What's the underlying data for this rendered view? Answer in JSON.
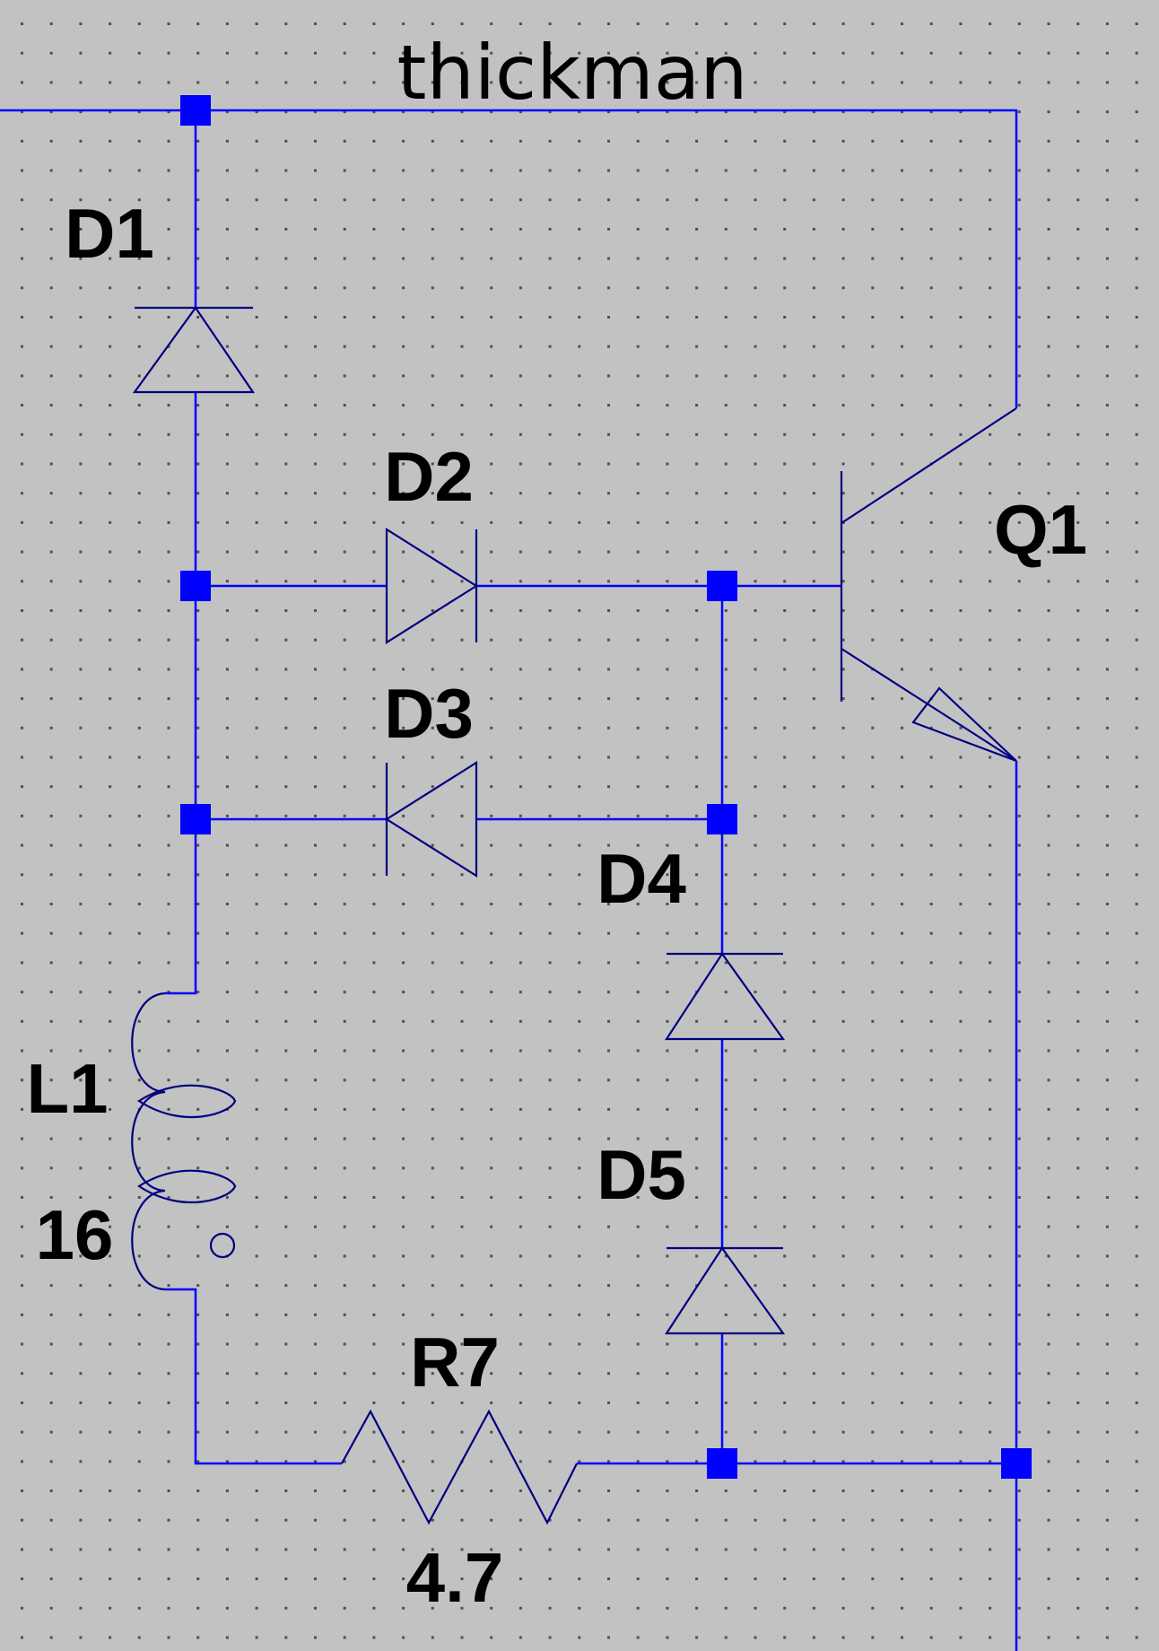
{
  "net_label": "thickman",
  "components": {
    "D1": {
      "ref": "D1"
    },
    "D2": {
      "ref": "D2"
    },
    "D3": {
      "ref": "D3"
    },
    "D4": {
      "ref": "D4"
    },
    "D5": {
      "ref": "D5"
    },
    "Q1": {
      "ref": "Q1"
    },
    "L1": {
      "ref": "L1",
      "value": "16"
    },
    "R7": {
      "ref": "R7",
      "value": "4.7"
    }
  },
  "colors": {
    "background": "#c2c2c2",
    "wire": "#0000ff",
    "component": "#000080",
    "grid_dot": "#505050",
    "text": "#000000"
  }
}
